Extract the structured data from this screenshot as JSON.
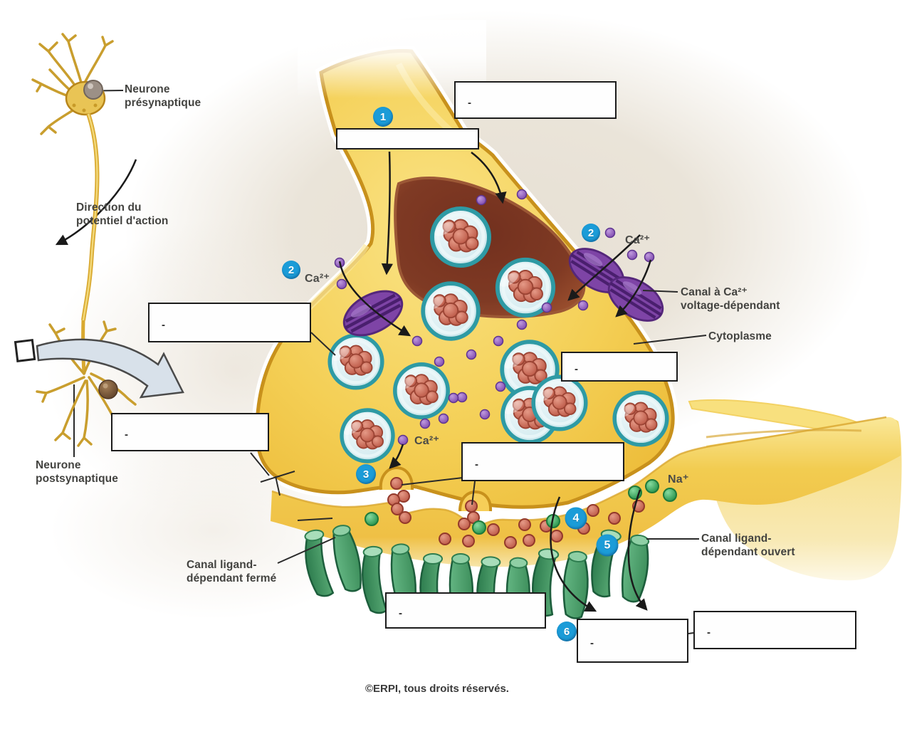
{
  "labels": {
    "neurone_presynaptique": "Neurone\nprésynaptique",
    "direction_potentiel": "Direction du\npotentiel d'action",
    "neurone_postsynaptique": "Neurone\npostsynaptique",
    "canal_ca_voltage": "Canal à Ca²⁺\nvoltage-dépendant",
    "cytoplasme": "Cytoplasme",
    "canal_ligand_ferme": "Canal ligand-\ndépendant fermé",
    "canal_ligand_ouvert": "Canal ligand-\ndépendant ouvert"
  },
  "ion_labels": {
    "ca_left": "Ca²⁺",
    "ca_right": "Ca²⁺",
    "ca_bottom": "Ca²⁺",
    "na": "Na⁺"
  },
  "step_badges": [
    {
      "id": "step-1",
      "n": "1"
    },
    {
      "id": "step-2-left",
      "n": "2"
    },
    {
      "id": "step-2-right",
      "n": "2"
    },
    {
      "id": "step-3",
      "n": "3"
    },
    {
      "id": "step-4",
      "n": "4"
    },
    {
      "id": "step-5",
      "n": "5"
    },
    {
      "id": "step-6",
      "n": "6"
    }
  ],
  "answer_boxes": [
    {
      "id": "box-top",
      "placeholder": "-"
    },
    {
      "id": "box-under-step-1",
      "placeholder": ""
    },
    {
      "id": "box-left-upper",
      "placeholder": "-"
    },
    {
      "id": "box-left-lower",
      "placeholder": "-"
    },
    {
      "id": "box-middle",
      "placeholder": "-"
    },
    {
      "id": "box-step-3",
      "placeholder": "-"
    },
    {
      "id": "box-bottom-left",
      "placeholder": "-"
    },
    {
      "id": "box-step-6",
      "placeholder": "-"
    },
    {
      "id": "box-bottom-right",
      "placeholder": "-"
    }
  ],
  "copyright": "©ERPI, tous droits réservés.",
  "colors": {
    "badge_blue": "#1b9cd8",
    "membrane_gold": "#c8911c",
    "cytoplasm_yellow": "#f2cb4e",
    "cavity_maroon": "#6e2b1c",
    "vesicle_ring_teal": "#2e9aa4",
    "neurotransmitter_red": "#be5a48",
    "calcium_ion_purple": "#7e49ae",
    "sodium_ion_green": "#259048",
    "channel_green": "#3e8f5c",
    "channel_purple": "#7e44a6",
    "box_border": "#1c1c1c"
  }
}
